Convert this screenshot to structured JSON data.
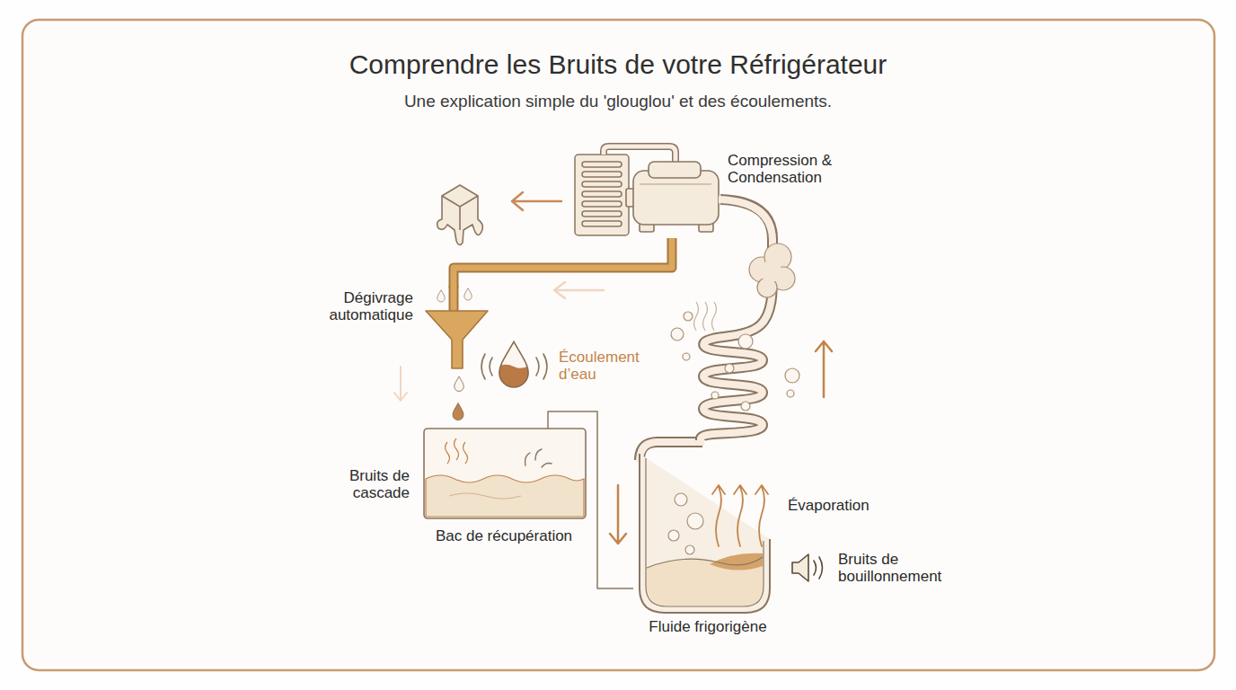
{
  "diagram": {
    "title": "Comprendre les Bruits de votre Réfrigérateur",
    "caption": "Une explication simple du 'glouglou' et des écoulements.",
    "nodes": [
      {
        "text": [
          "Compression & Condensation"
        ]
      },
      {
        "text": [
          "Dégivrage automatique"
        ]
      },
      {
        "text": [
          "Bruits de cascade",
          "Bac de récupération"
        ]
      },
      {
        "text": [
          "Évaporation",
          "Bruits de bouillonnement",
          "Fluide frigorigène"
        ]
      }
    ],
    "edges": [
      {
        "from": 0,
        "to": 1,
        "arrow": "none"
      },
      {
        "from": 2,
        "to": 3,
        "arrow": "none"
      },
      {
        "from": 3,
        "to": 0,
        "arrow": "none"
      }
    ],
    "labels": [
      "Écoulement d’eau"
    ]
  }
}
